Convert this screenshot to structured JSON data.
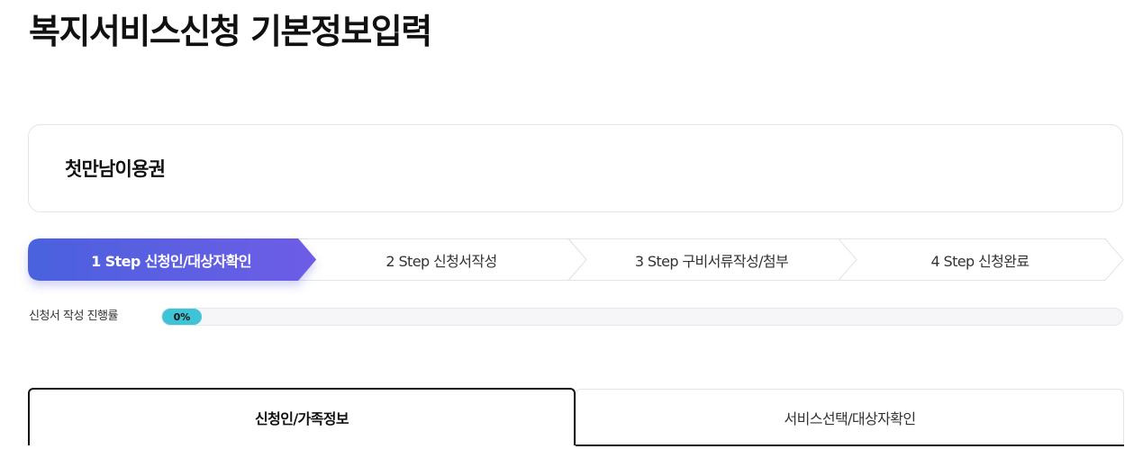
{
  "page": {
    "title": "복지서비스신청 기본정보입력"
  },
  "service": {
    "name": "첫만남이용권"
  },
  "steps": [
    {
      "label": "1 Step 신청인/대상자확인",
      "active": true
    },
    {
      "label": "2 Step 신청서작성",
      "active": false
    },
    {
      "label": "3 Step 구비서류작성/첨부",
      "active": false
    },
    {
      "label": "4 Step 신청완료",
      "active": false
    }
  ],
  "progress": {
    "label": "신청서 작성 진행률",
    "value": 0,
    "text": "0%"
  },
  "tabs": [
    {
      "label": "신청인/가족정보",
      "active": true
    },
    {
      "label": "서비스선택/대상자확인",
      "active": false
    }
  ],
  "colors": {
    "step_active_start": "#4a62de",
    "step_active_end": "#6e5ce6",
    "progress_fill": "#3ec4d6",
    "border": "#e3e3e8"
  }
}
